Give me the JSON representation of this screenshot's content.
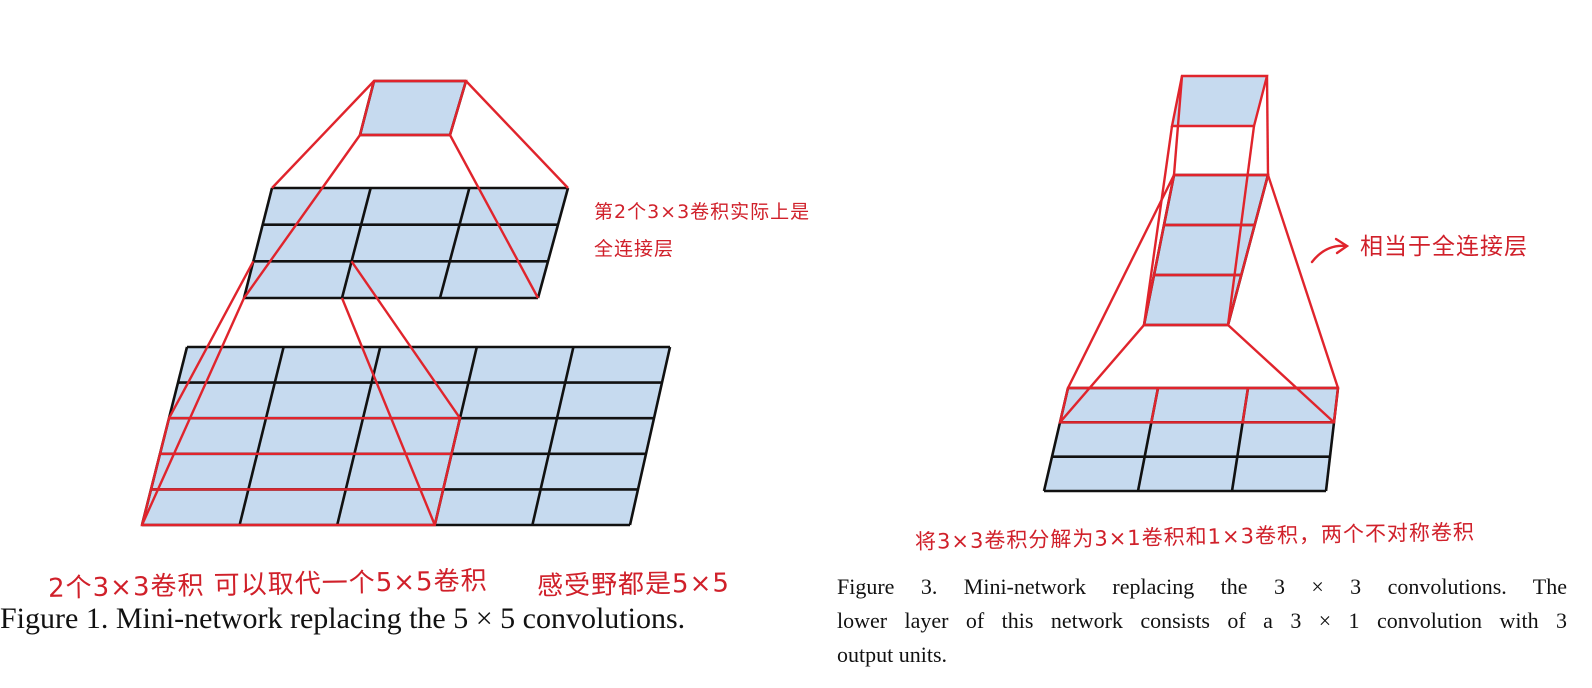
{
  "colors": {
    "cell_fill": "#c6daef",
    "grid_stroke": "#111111",
    "highlight_stroke": "#e0242c",
    "annotation": "#d0202a",
    "caption": "#111111"
  },
  "figure1": {
    "caption": "Figure 1. Mini-network replacing the 5 × 5 convolutions.",
    "annotation_left": "2个3×3卷积 可以取代一个5×5卷积",
    "annotation_right": "感受野都是5×5",
    "annotation_top_line1": "第2个3×3卷积实际上是",
    "annotation_top_line2": "全连接层",
    "layers": [
      {
        "role": "output",
        "rows": 1,
        "cols": 1
      },
      {
        "role": "middle",
        "rows": 3,
        "cols": 3
      },
      {
        "role": "input",
        "rows": 5,
        "cols": 5
      }
    ]
  },
  "figure3": {
    "caption_lines": [
      "Figure 3. Mini-network replacing the 3 × 3 convolutions. The",
      "lower layer of this network consists of a 3 × 1 convolution with 3",
      "output units."
    ],
    "annotation_side": "相当于全连接层",
    "annotation_bottom": "将3×3卷积分解为3×1卷积和1×3卷积，两个不对称卷积",
    "layers": [
      {
        "role": "output",
        "rows": 1,
        "cols": 1
      },
      {
        "role": "middle",
        "rows": 3,
        "cols": 1
      },
      {
        "role": "input",
        "rows": 3,
        "cols": 3
      }
    ]
  }
}
